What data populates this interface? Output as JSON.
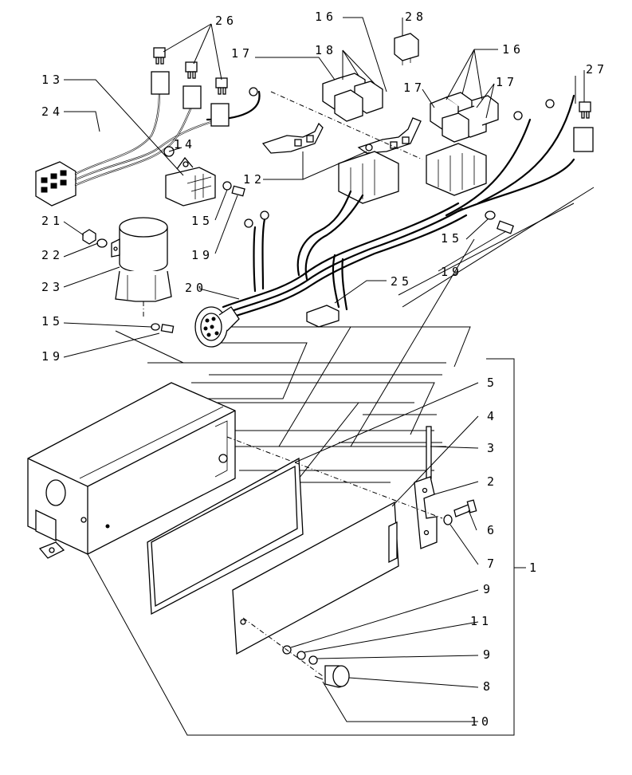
{
  "figure": {
    "callouts": [
      {
        "id": "c1",
        "label": "1"
      },
      {
        "id": "c2",
        "label": "2"
      },
      {
        "id": "c3",
        "label": "3"
      },
      {
        "id": "c4",
        "label": "4"
      },
      {
        "id": "c5",
        "label": "5"
      },
      {
        "id": "c6",
        "label": "6"
      },
      {
        "id": "c7",
        "label": "7"
      },
      {
        "id": "c8",
        "label": "8"
      },
      {
        "id": "c9a",
        "label": "9"
      },
      {
        "id": "c9b",
        "label": "9"
      },
      {
        "id": "c10",
        "label": "10"
      },
      {
        "id": "c11",
        "label": "11"
      },
      {
        "id": "c12",
        "label": "12"
      },
      {
        "id": "c13",
        "label": "13"
      },
      {
        "id": "c14",
        "label": "14"
      },
      {
        "id": "c15a",
        "label": "15"
      },
      {
        "id": "c15b",
        "label": "15"
      },
      {
        "id": "c15c",
        "label": "15"
      },
      {
        "id": "c16a",
        "label": "16"
      },
      {
        "id": "c16b",
        "label": "16"
      },
      {
        "id": "c17a",
        "label": "17"
      },
      {
        "id": "c17b",
        "label": "17"
      },
      {
        "id": "c17c",
        "label": "17"
      },
      {
        "id": "c18",
        "label": "18"
      },
      {
        "id": "c19a",
        "label": "19"
      },
      {
        "id": "c19b",
        "label": "19"
      },
      {
        "id": "c19c",
        "label": "19"
      },
      {
        "id": "c20",
        "label": "20"
      },
      {
        "id": "c21",
        "label": "21"
      },
      {
        "id": "c22",
        "label": "22"
      },
      {
        "id": "c23",
        "label": "23"
      },
      {
        "id": "c24",
        "label": "24"
      },
      {
        "id": "c25",
        "label": "25"
      },
      {
        "id": "c26",
        "label": "26"
      },
      {
        "id": "c27",
        "label": "27"
      },
      {
        "id": "c28",
        "label": "28"
      }
    ]
  }
}
